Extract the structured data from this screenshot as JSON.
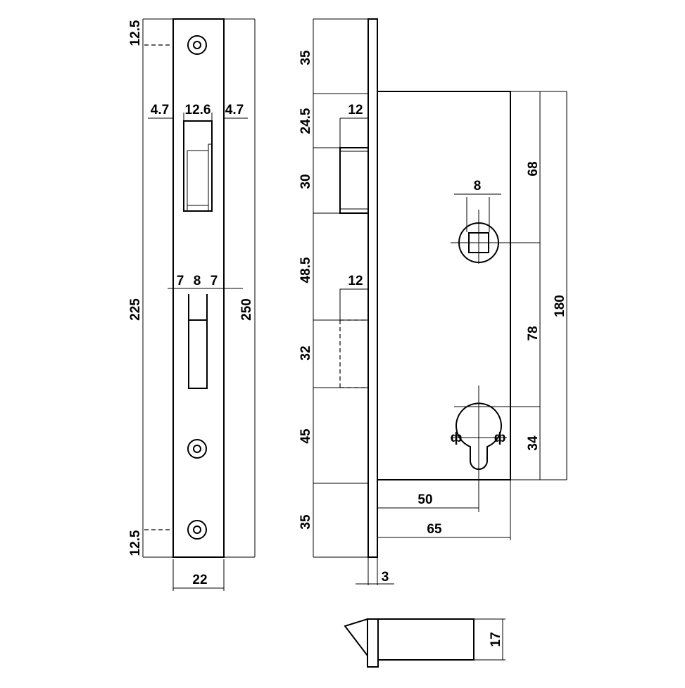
{
  "front_plate": {
    "dims": {
      "top_screw_offset": "12.5",
      "bottom_screw_offset": "12.5",
      "screw_span": "225",
      "plate_length": "250",
      "plate_width": "22",
      "latch_margin_left": "4.7",
      "latch_width": "12.6",
      "latch_margin_right": "4.7",
      "bolt_margin_left": "7",
      "bolt_width": "8",
      "bolt_margin_right": "7"
    }
  },
  "lock_body": {
    "dims": {
      "seg_1": "35",
      "seg_2": "24.5",
      "seg_3": "30",
      "seg_4": "48.5",
      "seg_5": "32",
      "seg_6": "45",
      "seg_7": "35",
      "latch_throw": "12",
      "bolt_throw": "12",
      "spindle_square": "8",
      "upper_case_height": "68",
      "spindle_to_cylinder": "78",
      "case_height": "180",
      "cylinder_to_bottom": "34",
      "backset": "50",
      "case_depth": "65",
      "faceplate_thickness": "3",
      "phi_left": "ф",
      "phi_right": "ф"
    }
  },
  "bolt": {
    "dims": {
      "height": "17"
    }
  }
}
